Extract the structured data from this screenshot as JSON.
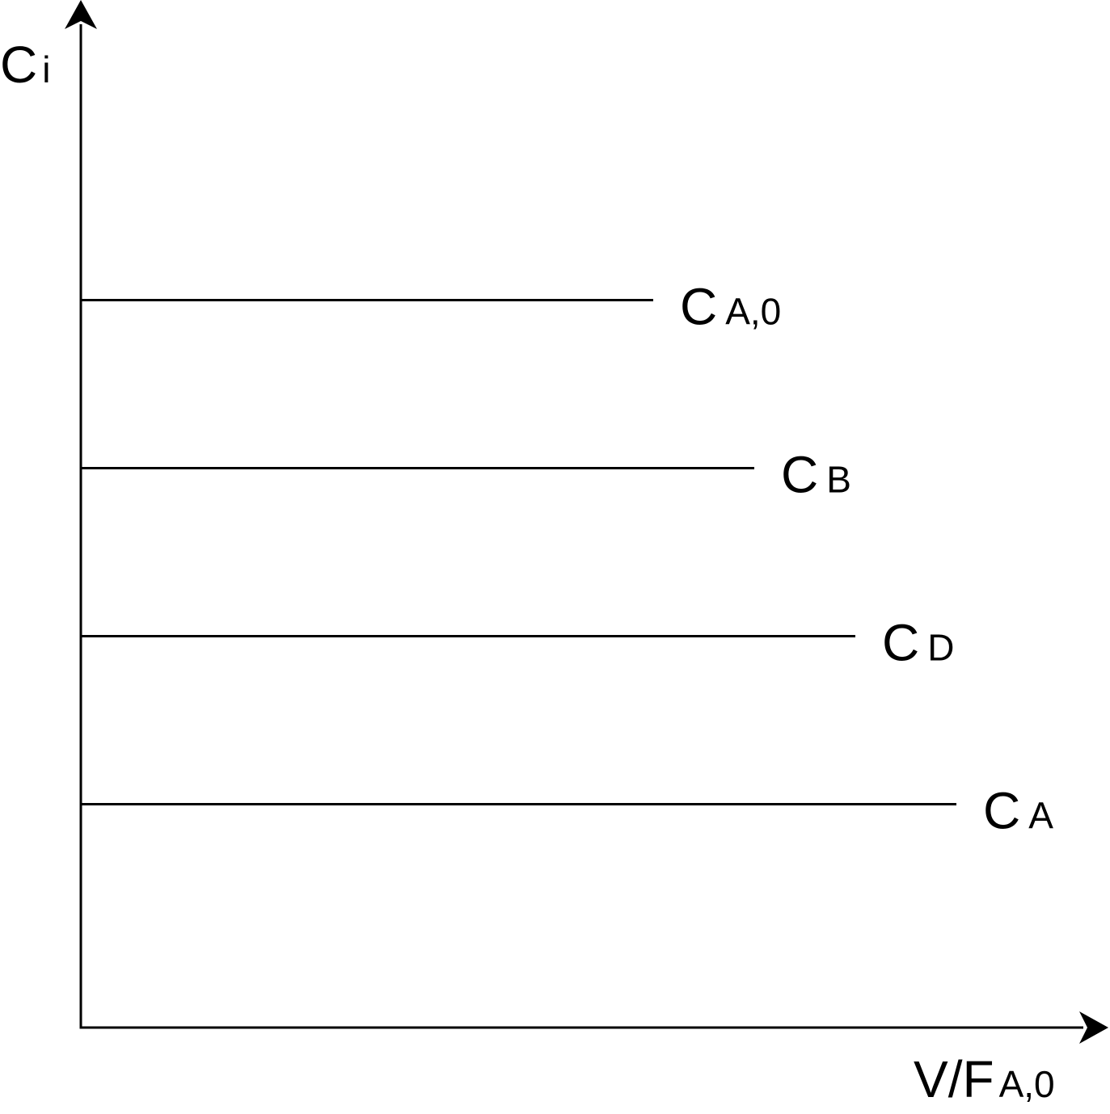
{
  "chart_data": {
    "type": "line",
    "title": "",
    "ylabel": {
      "main": "C",
      "sub": "i"
    },
    "xlabel": {
      "main": "V/F",
      "sub": "A,0"
    },
    "grid": false,
    "ticks": "none",
    "series": [
      {
        "label": {
          "main": "C",
          "sub": "A,0"
        },
        "level": 4,
        "extent": 1
      },
      {
        "label": {
          "main": "C",
          "sub": "B"
        },
        "level": 3,
        "extent": 2
      },
      {
        "label": {
          "main": "C",
          "sub": "D"
        },
        "level": 2,
        "extent": 3
      },
      {
        "label": {
          "main": "C",
          "sub": "A"
        },
        "level": 1,
        "extent": 4
      }
    ],
    "colors": {
      "axis": "#000000",
      "line": "#000000",
      "background": "#ffffff"
    }
  }
}
